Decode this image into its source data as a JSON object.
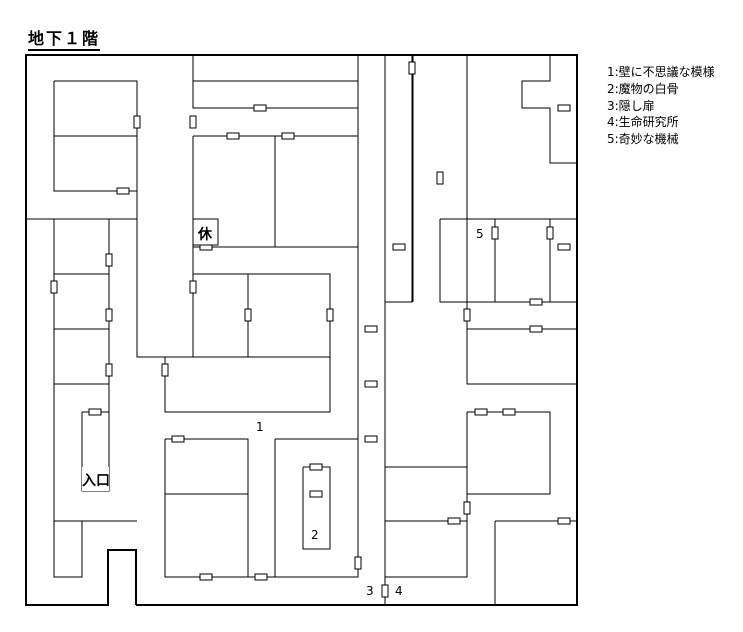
{
  "title": "地下１階",
  "legend": [
    "1:壁に不思議な模様",
    "2:魔物の白骨",
    "3:隠し扉",
    "4:生命研究所",
    "5:奇妙な機械"
  ],
  "labels": {
    "rest": "休",
    "entrance": "入口",
    "m1": "1",
    "m2": "2",
    "m3": "3",
    "m4": "4",
    "m5": "5"
  },
  "colors": {
    "wall": "#000000",
    "background": "#ffffff"
  }
}
